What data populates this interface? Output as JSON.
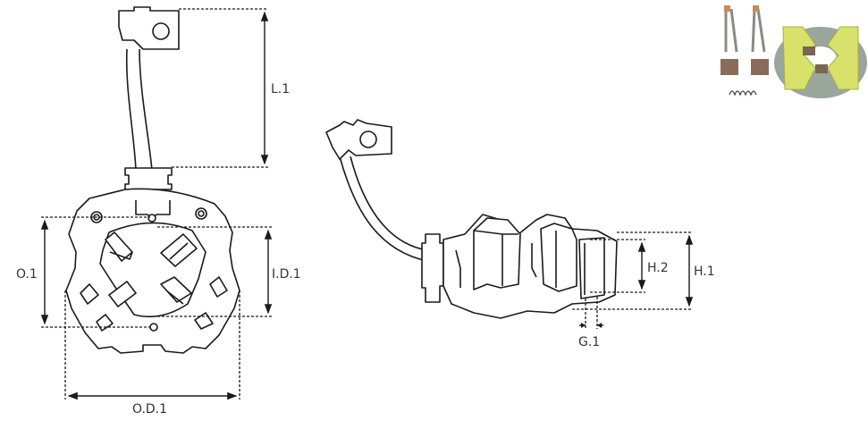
{
  "dimensions": {
    "length": "L.1",
    "offset": "O.1",
    "inner_diameter": "I.D.1",
    "outer_diameter": "O.D.1",
    "height_overall": "H.1",
    "height_brush": "H.2",
    "gap": "G.1"
  },
  "colors": {
    "line": "#1a1a1a",
    "photo_insulator": "#d8e26a",
    "photo_brush": "#8a6a58"
  }
}
